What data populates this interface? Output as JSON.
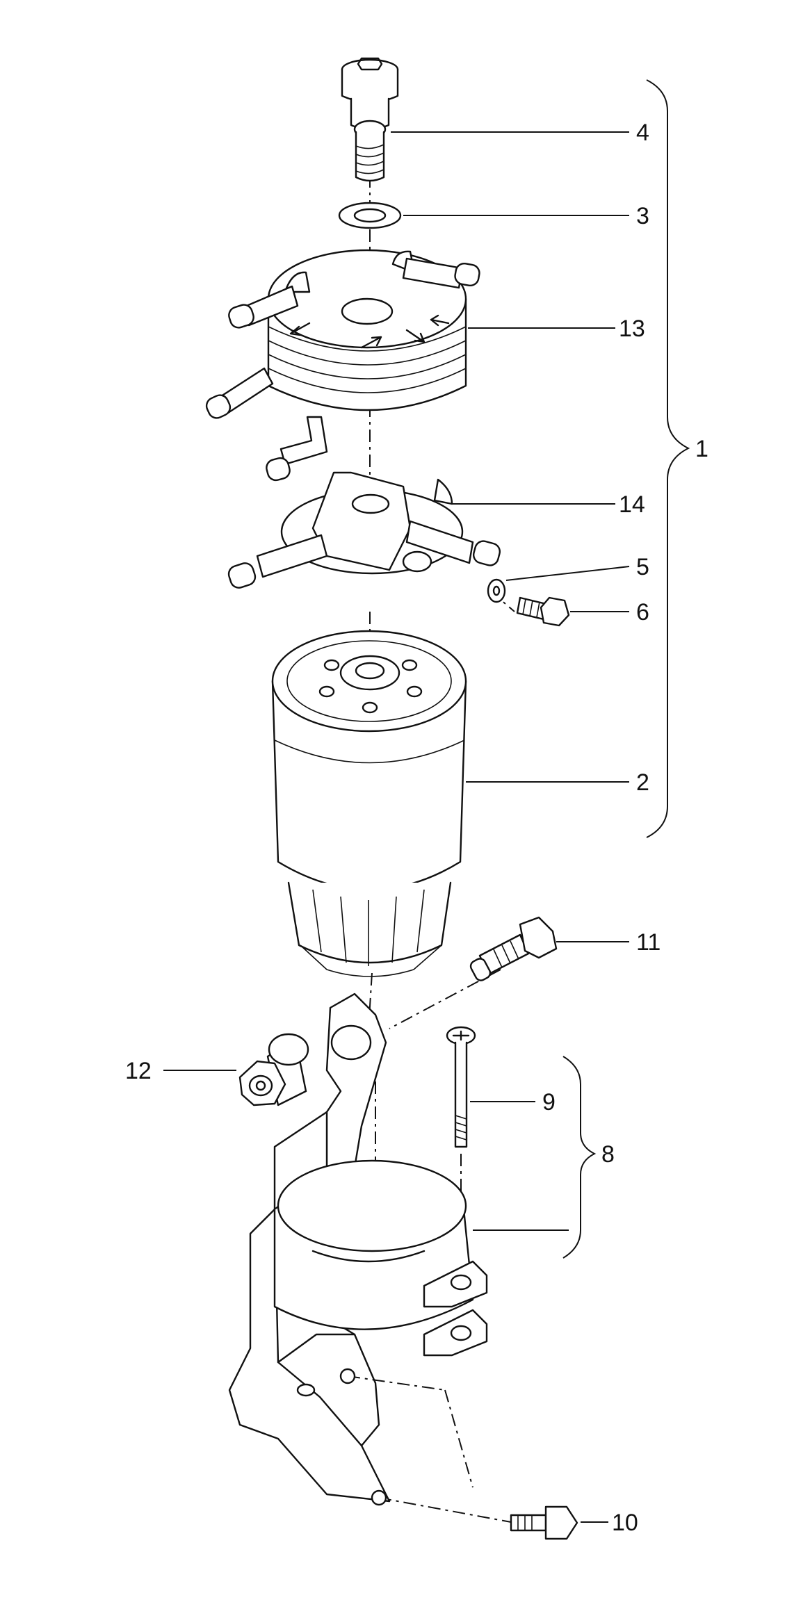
{
  "callouts": {
    "c1": "1",
    "c2": "2",
    "c3": "3",
    "c4": "4",
    "c5": "5",
    "c6": "6",
    "c8": "8",
    "c9": "9",
    "c10": "10",
    "c11": "11",
    "c12": "12",
    "c13": "13",
    "c14": "14"
  }
}
